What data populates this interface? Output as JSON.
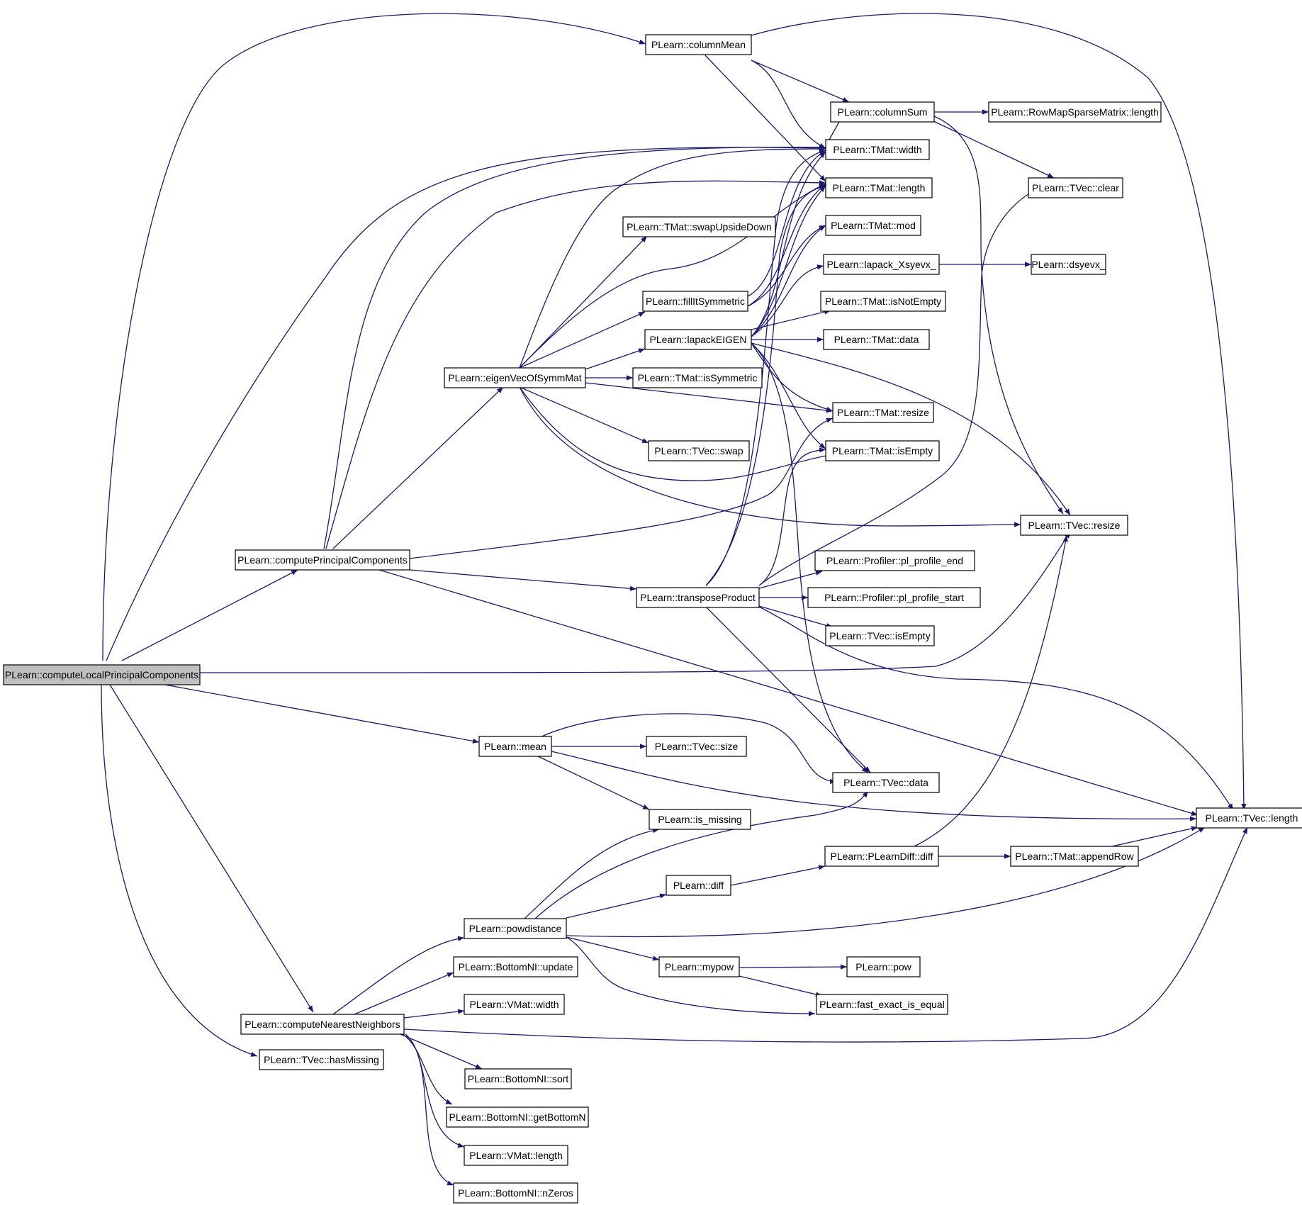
{
  "graph": {
    "edge_color": "#191970",
    "root_fill": "#bfbfbf",
    "nodes": [
      {
        "id": "root",
        "label": "PLearn::computeLocalPrincipalComponents",
        "root": true
      },
      {
        "id": "colMean",
        "label": "PLearn::columnMean"
      },
      {
        "id": "colSum",
        "label": "PLearn::columnSum"
      },
      {
        "id": "rmsmLen",
        "label": "PLearn::RowMapSparseMatrix::length"
      },
      {
        "id": "tmatWidth",
        "label": "PLearn::TMat::width"
      },
      {
        "id": "tmatLength",
        "label": "PLearn::TMat::length"
      },
      {
        "id": "tvecClear",
        "label": "PLearn::TVec::clear"
      },
      {
        "id": "swapUD",
        "label": "PLearn::TMat::swapUpsideDown"
      },
      {
        "id": "tmatMod",
        "label": "PLearn::TMat::mod"
      },
      {
        "id": "lapackX",
        "label": "PLearn::lapack_Xsyevx_"
      },
      {
        "id": "dsyevx",
        "label": "PLearn::dsyevx_"
      },
      {
        "id": "fillSym",
        "label": "PLearn::fillItSymmetric"
      },
      {
        "id": "notEmpty",
        "label": "PLearn::TMat::isNotEmpty"
      },
      {
        "id": "lapackE",
        "label": "PLearn::lapackEIGEN"
      },
      {
        "id": "tmatData",
        "label": "PLearn::TMat::data"
      },
      {
        "id": "eigVec",
        "label": "PLearn::eigenVecOfSymmMat"
      },
      {
        "id": "isSym",
        "label": "PLearn::TMat::isSymmetric"
      },
      {
        "id": "tmatResize",
        "label": "PLearn::TMat::resize"
      },
      {
        "id": "tvecSwap",
        "label": "PLearn::TVec::swap"
      },
      {
        "id": "tmatEmpty",
        "label": "PLearn::TMat::isEmpty"
      },
      {
        "id": "tvecResize",
        "label": "PLearn::TVec::resize"
      },
      {
        "id": "cpc",
        "label": "PLearn::computePrincipalComponents"
      },
      {
        "id": "profEnd",
        "label": "PLearn::Profiler::pl_profile_end"
      },
      {
        "id": "transP",
        "label": "PLearn::transposeProduct"
      },
      {
        "id": "profStart",
        "label": "PLearn::Profiler::pl_profile_start"
      },
      {
        "id": "tvecEmpty",
        "label": "PLearn::TVec::isEmpty"
      },
      {
        "id": "mean",
        "label": "PLearn::mean"
      },
      {
        "id": "tvecSize",
        "label": "PLearn::TVec::size"
      },
      {
        "id": "tvecData",
        "label": "PLearn::TVec::data"
      },
      {
        "id": "isMissing",
        "label": "PLearn::is_missing"
      },
      {
        "id": "tvecLength",
        "label": "PLearn::TVec::length"
      },
      {
        "id": "pdDiff",
        "label": "PLearn::PLearnDiff::diff"
      },
      {
        "id": "appendRow",
        "label": "PLearn::TMat::appendRow"
      },
      {
        "id": "diff",
        "label": "PLearn::diff"
      },
      {
        "id": "powdist",
        "label": "PLearn::powdistance"
      },
      {
        "id": "bnUpdate",
        "label": "PLearn::BottomNI::update"
      },
      {
        "id": "mypow",
        "label": "PLearn::mypow"
      },
      {
        "id": "pow",
        "label": "PLearn::pow"
      },
      {
        "id": "vmatWidth",
        "label": "PLearn::VMat::width"
      },
      {
        "id": "fastEq",
        "label": "PLearn::fast_exact_is_equal"
      },
      {
        "id": "cnn",
        "label": "PLearn::computeNearestNeighbors"
      },
      {
        "id": "hasMissing",
        "label": "PLearn::TVec::hasMissing"
      },
      {
        "id": "bnSort",
        "label": "PLearn::BottomNI::sort"
      },
      {
        "id": "bnGetBottom",
        "label": "PLearn::BottomNI::getBottomN"
      },
      {
        "id": "vmatLength",
        "label": "PLearn::VMat::length"
      },
      {
        "id": "bnZeros",
        "label": "PLearn::BottomNI::nZeros"
      }
    ]
  }
}
